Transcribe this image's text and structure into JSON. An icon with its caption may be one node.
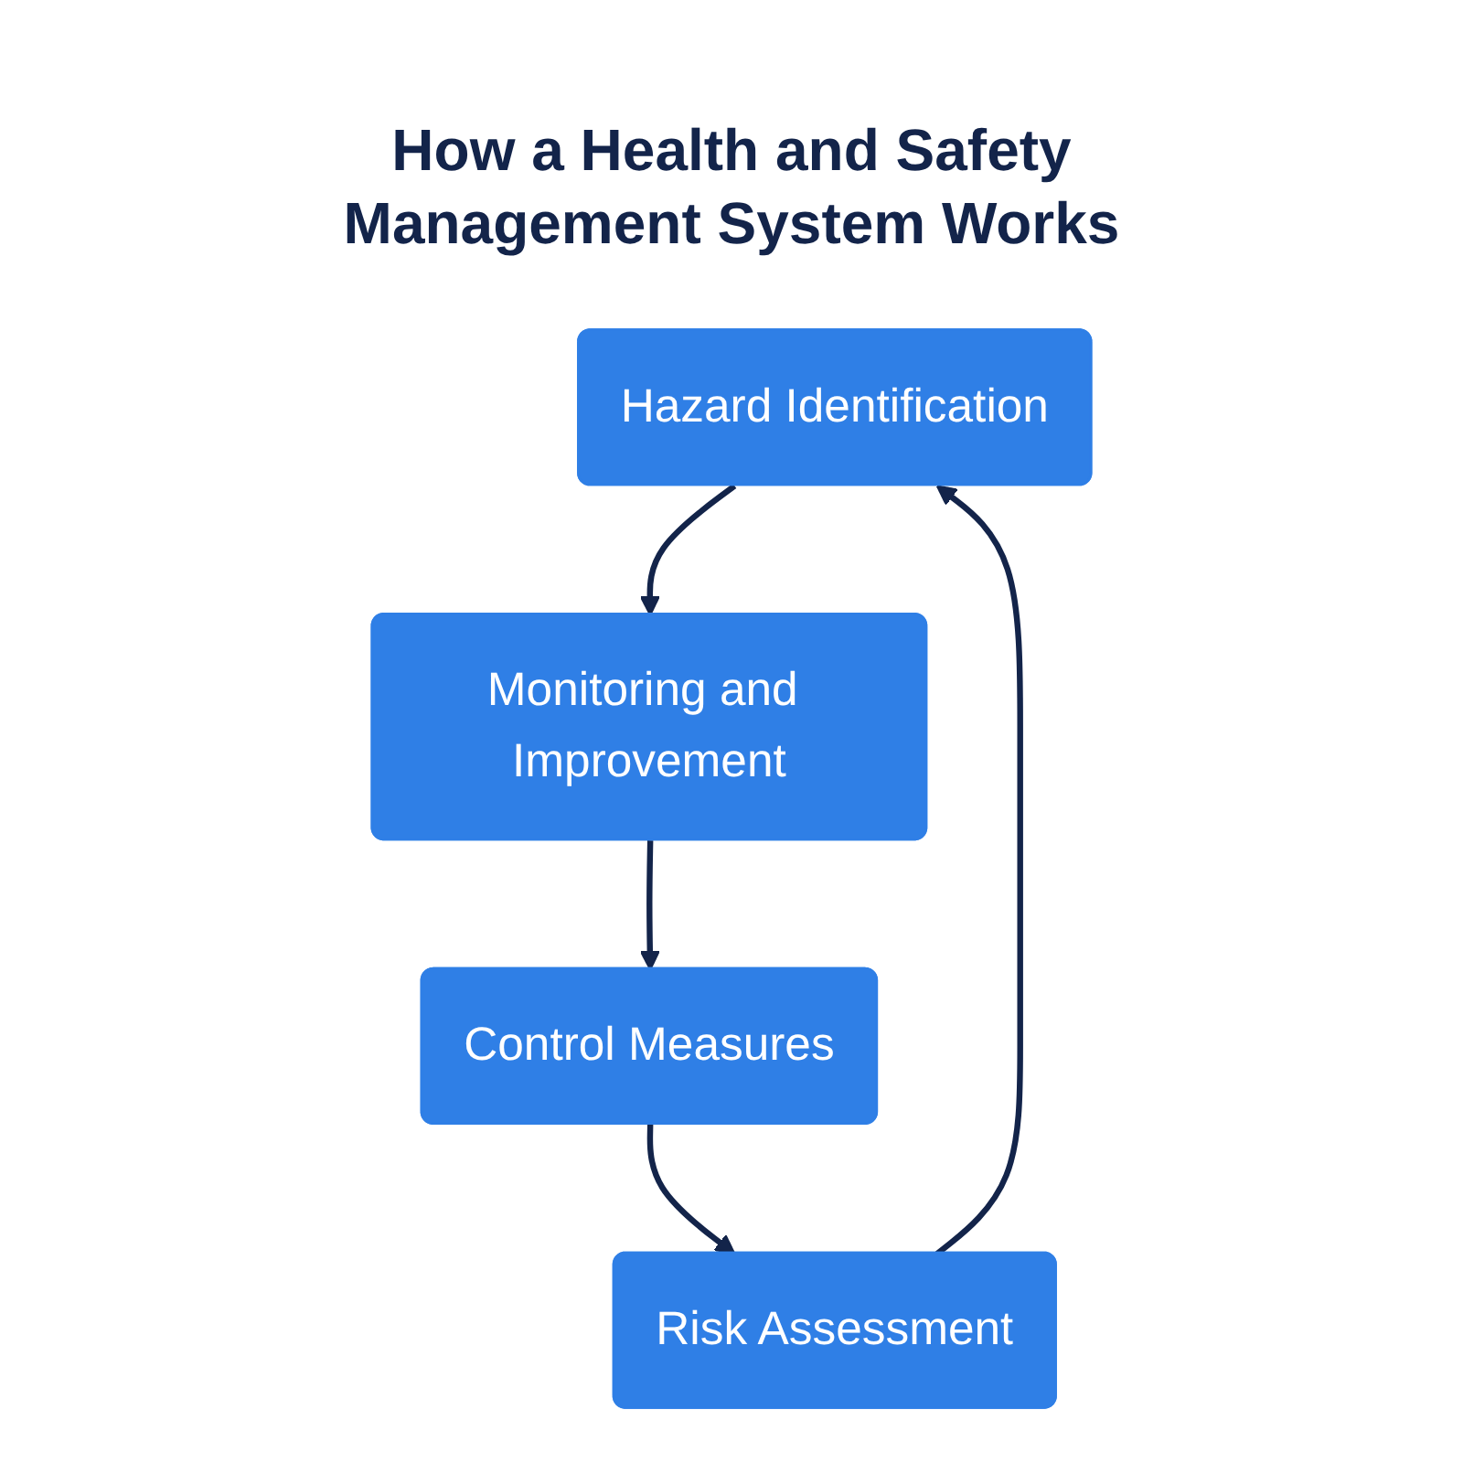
{
  "diagram": {
    "title": "How a Health and Safety Management System Works",
    "nodes": [
      {
        "text": [
          "Hazard Identification"
        ]
      },
      {
        "text": [
          "Monitoring and Improvement"
        ]
      },
      {
        "text": [
          "Control Measures"
        ]
      },
      {
        "text": [
          "Risk Assessment"
        ]
      }
    ],
    "edges": [
      {
        "from": 0,
        "to": 1,
        "arrow": "to"
      },
      {
        "from": 1,
        "to": 2,
        "arrow": "to"
      },
      {
        "from": 2,
        "to": 3,
        "arrow": "to"
      },
      {
        "from": 3,
        "to": 0,
        "arrow": "to"
      }
    ]
  }
}
